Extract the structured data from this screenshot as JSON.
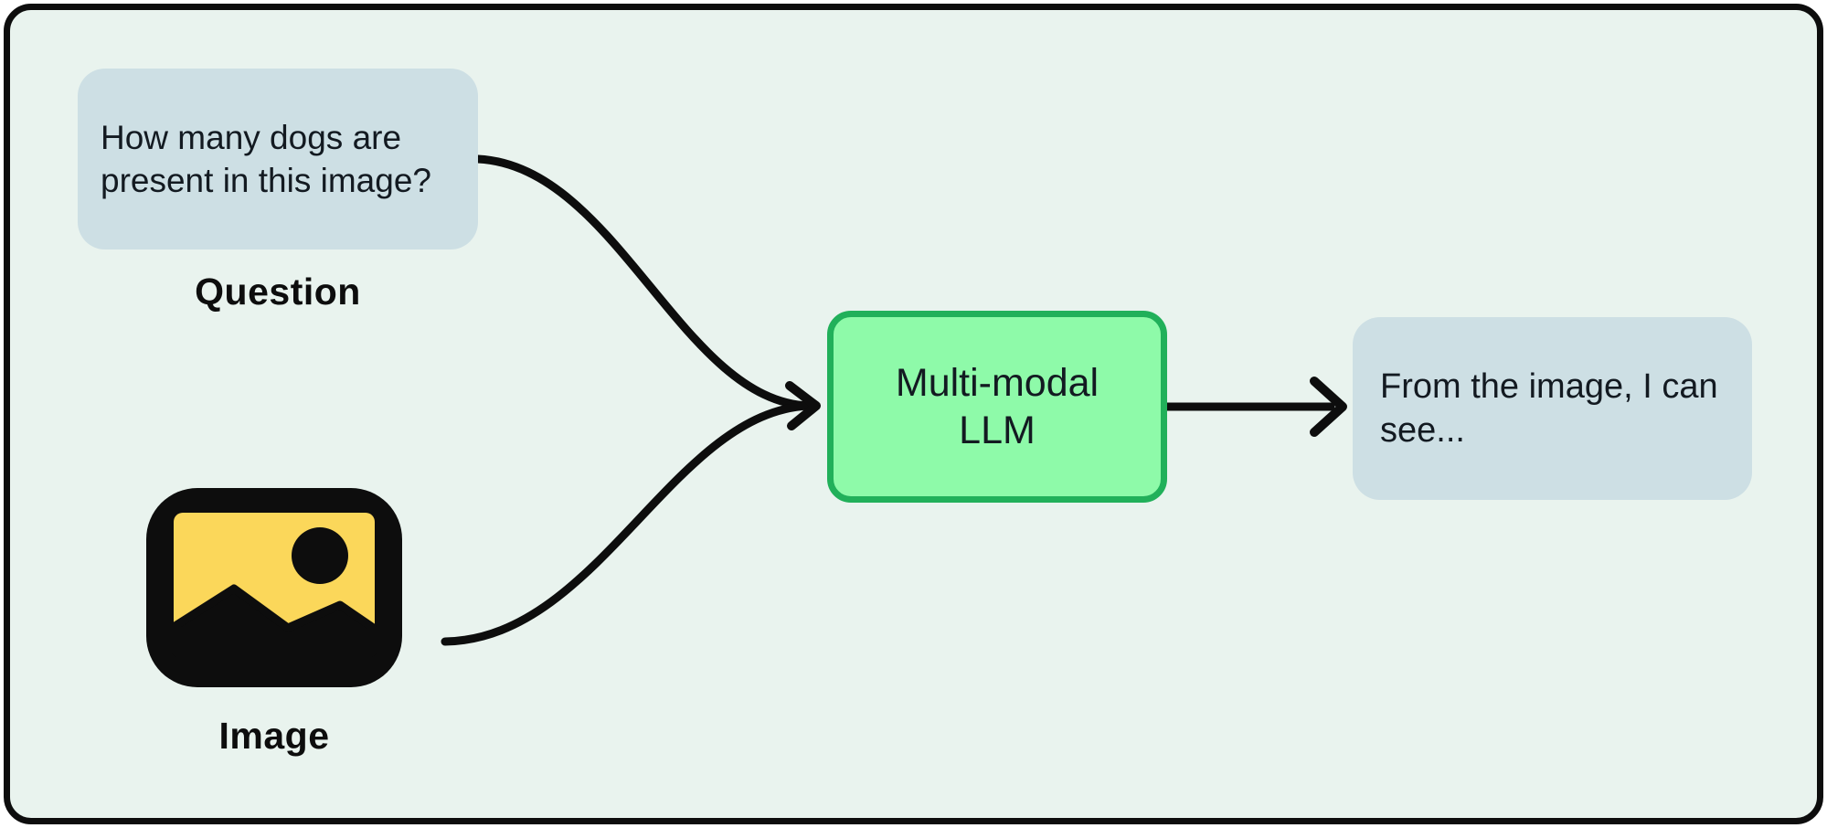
{
  "labels": {
    "question": "Question",
    "image": "Image"
  },
  "question_bubble": {
    "lines": [
      "How many dogs are",
      "present in this image?"
    ]
  },
  "llm_box": {
    "lines": [
      "Multi-modal",
      "LLM"
    ]
  },
  "output_bubble": {
    "lines": [
      "From the image, I can",
      "see..."
    ]
  },
  "icons": {
    "image_icon": "picture-frame-with-sun-and-mountains"
  },
  "colors": {
    "outer_bg": "#ffffff",
    "canvas_bg": "#e9f3ee",
    "frame_border": "#0d0d0d",
    "bubble_bg": "#cddfe4",
    "llm_fill": "#8efaa9",
    "llm_border": "#21b05a",
    "icon_yellow": "#fbd75a",
    "ink": "#0d0d0d",
    "text": "#131a21"
  }
}
